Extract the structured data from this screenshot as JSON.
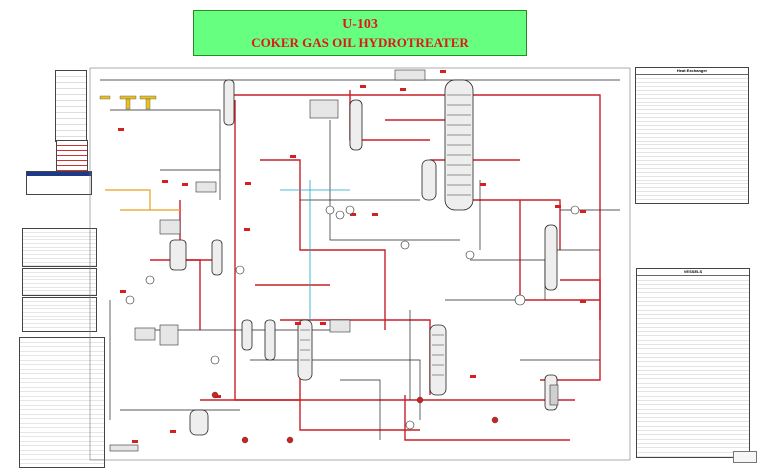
{
  "title": {
    "unit": "U-103",
    "name": "COKER GAS OIL HYDROTREATER"
  },
  "colors": {
    "title_bg": "#66ff80",
    "title_text": "#e0161d",
    "hydrogen_line": "#c8202a",
    "process_line": "#222222",
    "steam_line": "#1aa0c8",
    "oil_line": "#e8a020"
  },
  "tables": {
    "heat_exchanger": {
      "title": "Heat Exchanger"
    },
    "vessels": {
      "title": "VESSELS"
    }
  }
}
